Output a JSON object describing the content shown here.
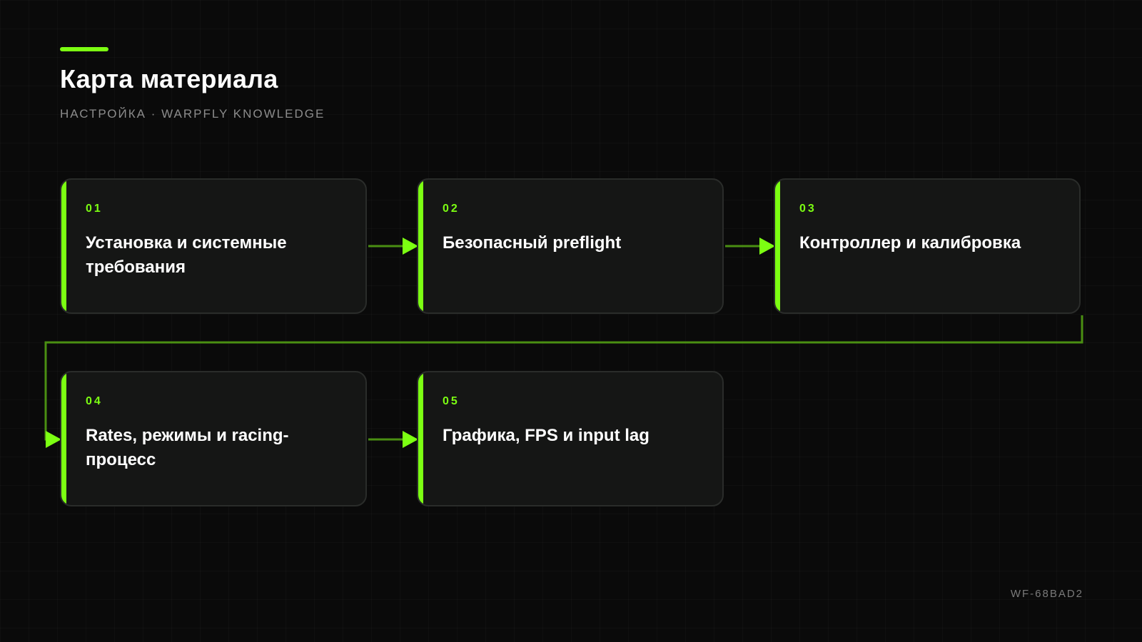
{
  "header": {
    "title": "Карта материала",
    "subtitle": "НАСТРОЙКА · WARPFLY KNOWLEDGE"
  },
  "steps": [
    {
      "num": "01",
      "label": "Установка и системные требования"
    },
    {
      "num": "02",
      "label": "Безопасный preflight"
    },
    {
      "num": "03",
      "label": "Контроллер и калибровка"
    },
    {
      "num": "04",
      "label": "Rates, режимы и racing-процесс"
    },
    {
      "num": "05",
      "label": "Графика, FPS и input lag"
    }
  ],
  "footer": {
    "code": "WF-68BAD2"
  },
  "colors": {
    "accent": "#7cff12",
    "connector": "#4a8f12",
    "background": "#0a0a0a",
    "card": "#151615"
  }
}
